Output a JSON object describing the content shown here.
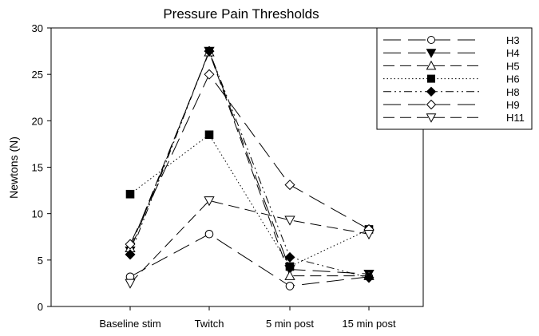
{
  "chart_data": {
    "type": "line",
    "title": "Pressure Pain Thresholds",
    "xlabel": "",
    "ylabel": "Newtons (N)",
    "categories": [
      "Baseline stim",
      "Twitch",
      "5 min post",
      "15 min post"
    ],
    "ylim": [
      0,
      30
    ],
    "yticks": [
      0,
      5,
      10,
      15,
      20,
      25,
      30
    ],
    "grid": false,
    "legend_position": "top-right",
    "series": [
      {
        "name": "H3",
        "values": [
          3.2,
          7.8,
          2.2,
          3.2
        ],
        "marker": "circle-open",
        "dash": "long"
      },
      {
        "name": "H4",
        "values": [
          6.0,
          27.5,
          4.0,
          3.5
        ],
        "marker": "triangle-down-filled",
        "dash": "long"
      },
      {
        "name": "H5",
        "values": [
          6.3,
          27.4,
          3.3,
          3.3
        ],
        "marker": "triangle-up-open",
        "dash": "medium"
      },
      {
        "name": "H6",
        "values": [
          12.1,
          18.5,
          4.3,
          8.3
        ],
        "marker": "square-filled",
        "dash": "dotted"
      },
      {
        "name": "H8",
        "values": [
          5.6,
          27.5,
          5.3,
          3.1
        ],
        "marker": "diamond-filled",
        "dash": "dashdotdot"
      },
      {
        "name": "H9",
        "values": [
          6.7,
          25.0,
          13.1,
          8.3
        ],
        "marker": "diamond-open",
        "dash": "long"
      },
      {
        "name": "H11",
        "values": [
          2.5,
          11.4,
          9.3,
          7.8
        ],
        "marker": "triangle-down-open",
        "dash": "medium"
      }
    ]
  }
}
